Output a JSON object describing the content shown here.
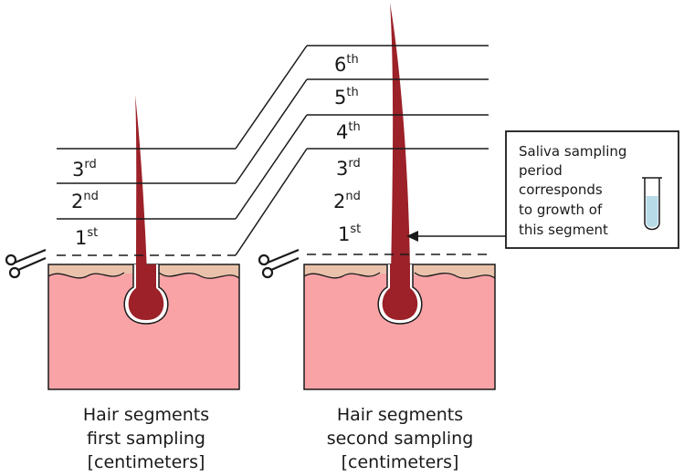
{
  "colors": {
    "skin": "#f9a3a7",
    "epidermis": "#eac2ac",
    "hair": "#9c2128",
    "outline": "#1a1a1a",
    "tube_fluid": "#b8dbe8"
  },
  "first_sampling": {
    "segments": [
      {
        "num": "1",
        "sup": "st"
      },
      {
        "num": "2",
        "sup": "nd"
      },
      {
        "num": "3",
        "sup": "rd"
      }
    ],
    "caption": [
      "Hair segments",
      "first sampling",
      "[centimeters]"
    ]
  },
  "second_sampling": {
    "segments": [
      {
        "num": "1",
        "sup": "st"
      },
      {
        "num": "2",
        "sup": "nd"
      },
      {
        "num": "3",
        "sup": "rd"
      },
      {
        "num": "4",
        "sup": "th"
      },
      {
        "num": "5",
        "sup": "th"
      },
      {
        "num": "6",
        "sup": "th"
      }
    ],
    "caption": [
      "Hair segments",
      "second sampling",
      "[centimeters]"
    ]
  },
  "note": {
    "lines": [
      "Saliva sampling",
      "period",
      "corresponds",
      "to growth of",
      "this segment"
    ],
    "icons": [
      "scissors-icon",
      "test-tube-icon"
    ]
  }
}
